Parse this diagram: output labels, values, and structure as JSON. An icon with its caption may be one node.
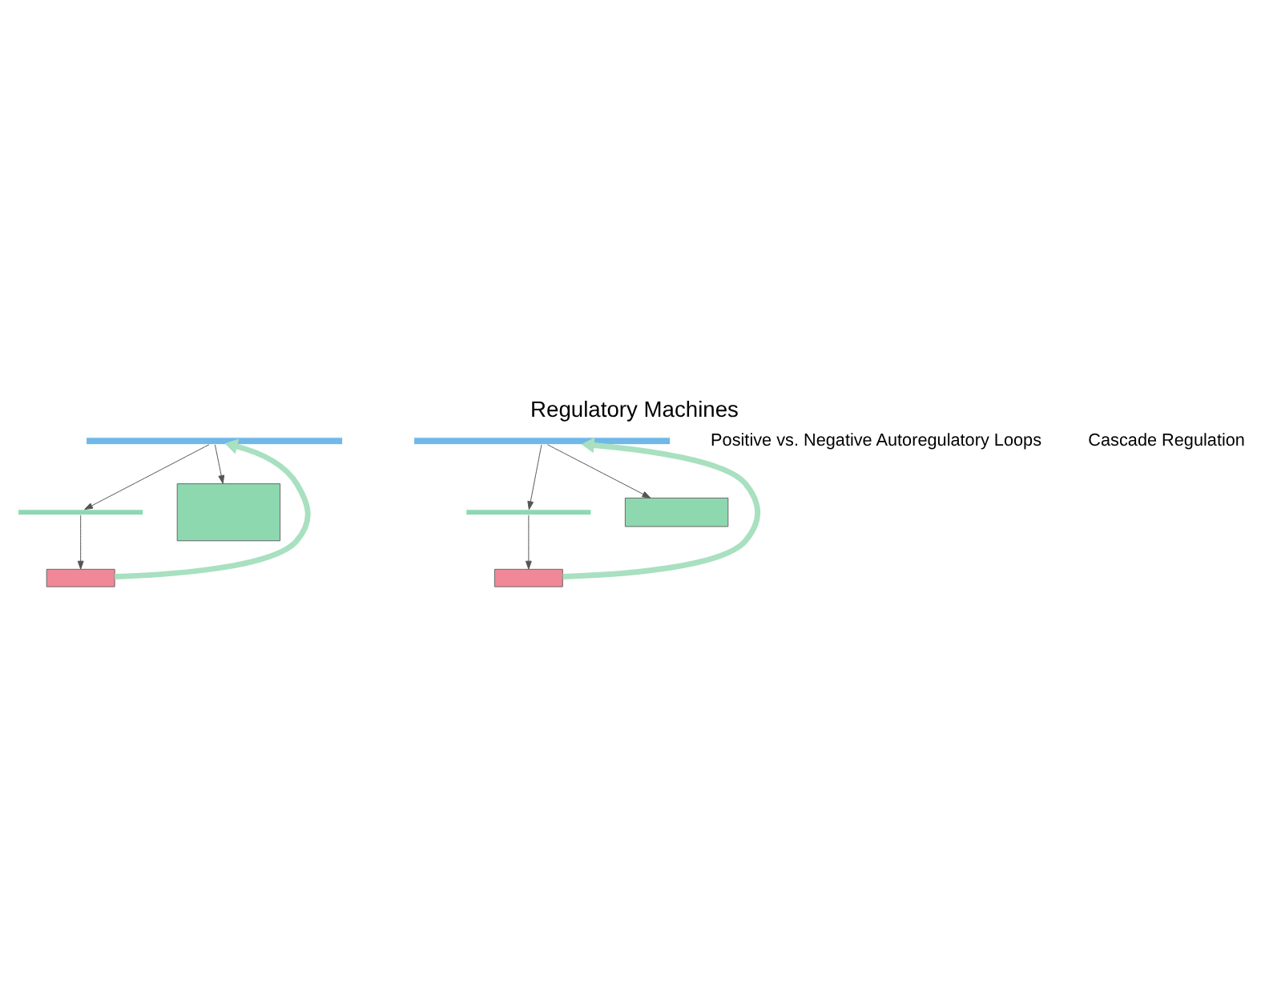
{
  "diagram": {
    "title": "Regulatory Machines",
    "nodes": [
      {
        "text": [],
        "shape": "bar"
      },
      {
        "text": [],
        "shape": "bar"
      },
      {
        "text": [],
        "shape": "box"
      },
      {
        "text": [],
        "shape": "box"
      },
      {
        "text": [],
        "shape": "bar"
      },
      {
        "text": [],
        "shape": "bar"
      },
      {
        "text": [],
        "shape": "box"
      },
      {
        "text": [],
        "shape": "box"
      }
    ],
    "edges": [
      {
        "from": 0,
        "to": 1,
        "arrow": "to"
      },
      {
        "from": 1,
        "to": 2,
        "arrow": "to"
      },
      {
        "from": 0,
        "to": 3,
        "arrow": "to"
      },
      {
        "from": 2,
        "to": 0,
        "arrow": "to",
        "style": "thick",
        "color": "#a8e0c0"
      },
      {
        "from": 4,
        "to": 5,
        "arrow": "to"
      },
      {
        "from": 5,
        "to": 6,
        "arrow": "to"
      },
      {
        "from": 6,
        "to": 4,
        "arrow": "to",
        "style": "thick",
        "color": "#a8e0c0"
      },
      {
        "from": 4,
        "to": 7,
        "arrow": "to"
      }
    ],
    "labels": [
      "Positive vs. Negative Autoregulatory Loops",
      "Cascade Regulation"
    ]
  }
}
